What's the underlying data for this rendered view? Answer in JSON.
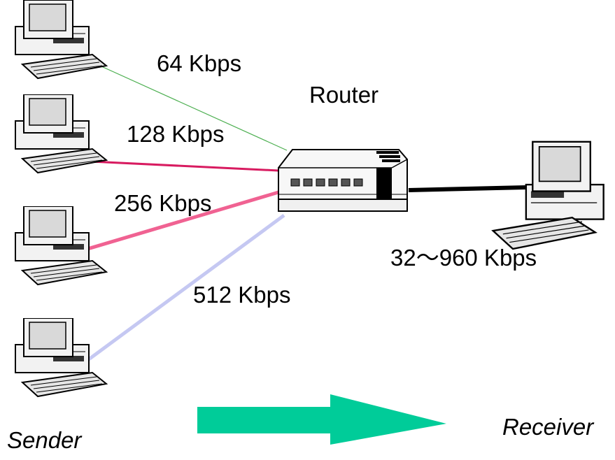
{
  "labels": {
    "link1": "64 Kbps",
    "link2": "128 Kbps",
    "link3": "256 Kbps",
    "link4": "512 Kbps",
    "router": "Router",
    "receiver_link": "32～960 Kbps",
    "sender": "Sender",
    "receiver": "Receiver"
  },
  "colors": {
    "link1": "#4caf50",
    "link2": "#d81b60",
    "link3": "#f06292",
    "link4": "#c5c8f2",
    "receiver_link": "#000000",
    "arrow": "#00cc99"
  },
  "icons": {
    "sender_pc": "desktop-computer-icon",
    "receiver_pc": "desktop-computer-icon",
    "router": "router-icon",
    "arrow": "right-arrow-icon"
  }
}
